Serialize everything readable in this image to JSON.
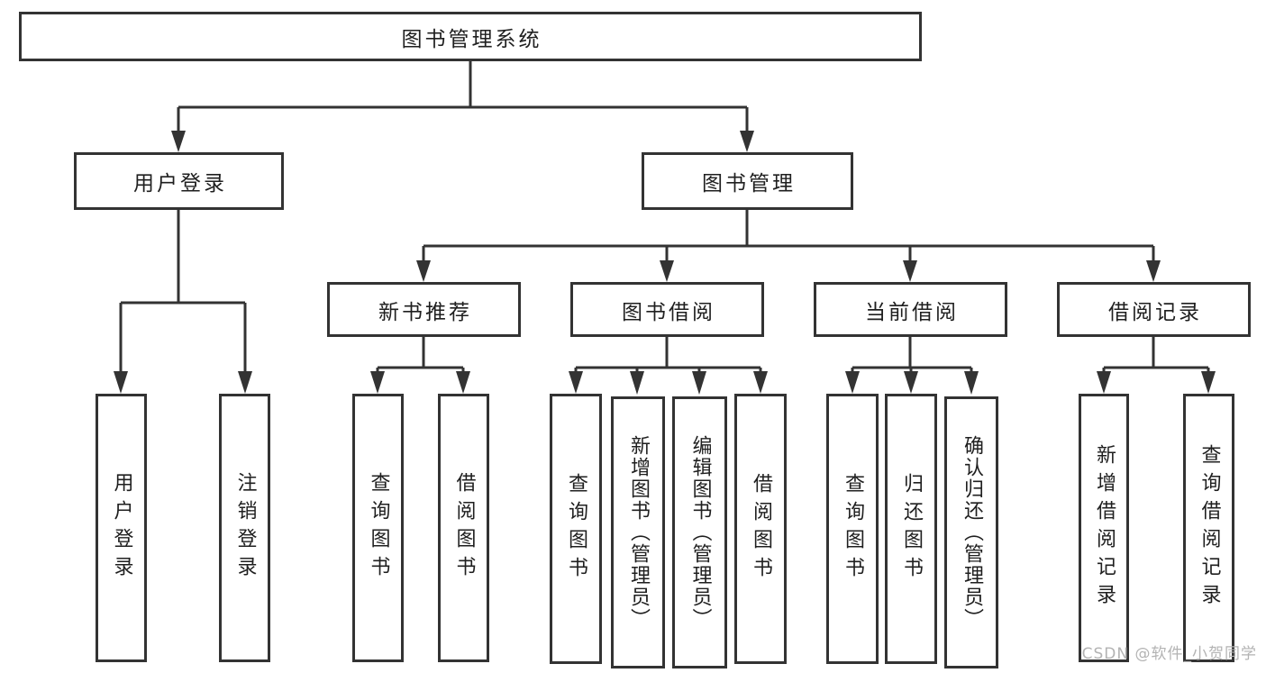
{
  "diagram": {
    "title": "图书管理系统",
    "level2": {
      "user_login": "用户登录",
      "book_management": "图书管理"
    },
    "level3": {
      "new_book_recommend": "新书推荐",
      "book_borrow": "图书借阅",
      "current_borrow": "当前借阅",
      "borrow_records": "借阅记录"
    },
    "leaves": {
      "user_login_group": [
        "用户登录",
        "注销登录"
      ],
      "new_book_group": [
        "查询图书",
        "借阅图书"
      ],
      "book_borrow_group": [
        "查询图书",
        "新增图书（管理员）",
        "编辑图书（管理员）",
        "借阅图书"
      ],
      "current_borrow_group": [
        "查询图书",
        "归还图书",
        "确认归还（管理员）"
      ],
      "record_group": [
        "新增借阅记录",
        "查询借阅记录"
      ]
    }
  },
  "watermark": {
    "text": "CSDN @软件_小贺同学"
  },
  "colors": {
    "line": "#333333",
    "box_background": "#ffffff",
    "text": "#1f1f1f",
    "watermark": "#b3b3b3",
    "background": "#ffffff"
  }
}
